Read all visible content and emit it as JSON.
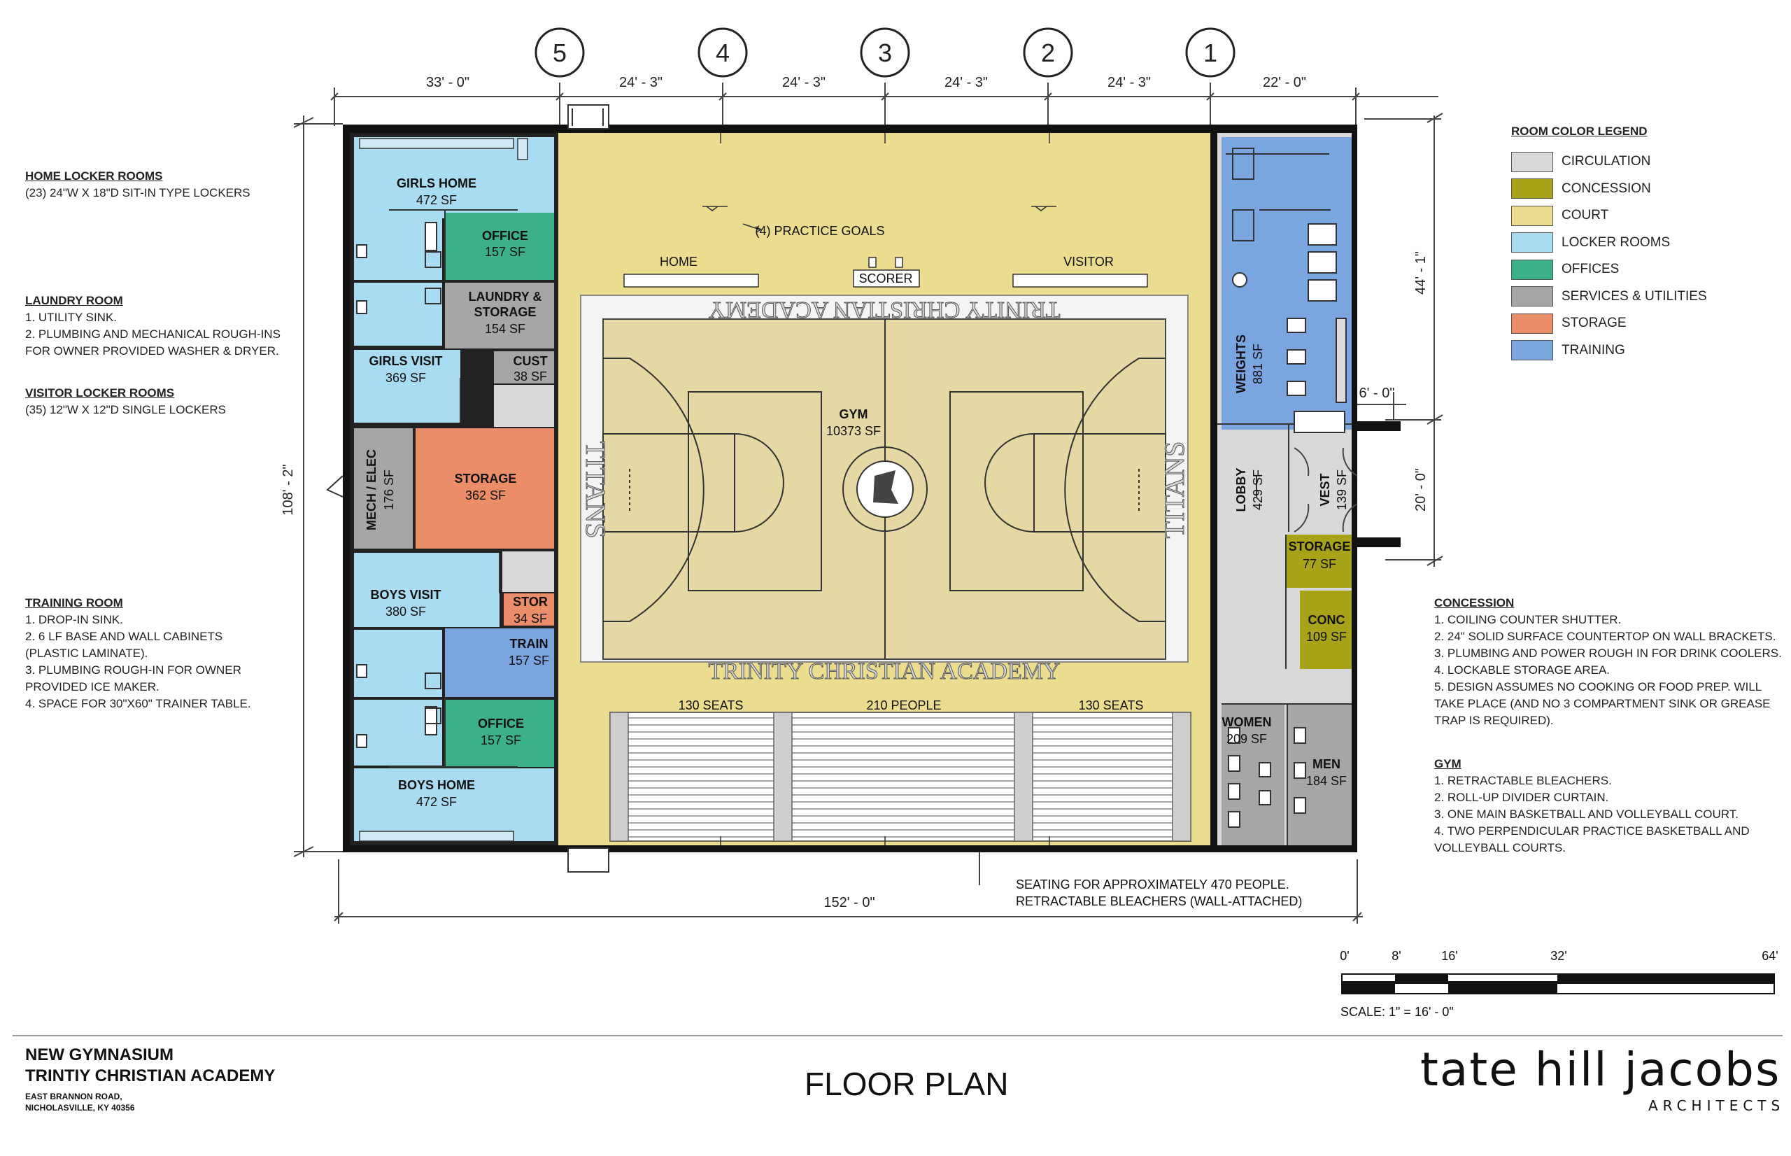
{
  "gridlines": [
    "5",
    "4",
    "3",
    "2",
    "1"
  ],
  "dimensions": {
    "top": [
      "33' - 0\"",
      "24' - 3\"",
      "24' - 3\"",
      "24' - 3\"",
      "24' - 3\"",
      "22' - 0\""
    ],
    "left": "108' - 2\"",
    "right_top": "44' - 1\"",
    "right_small": "6' - 0\"",
    "right_mid": "20' - 0\"",
    "bottom": "152' - 0\""
  },
  "rooms": {
    "girls_home": [
      "GIRLS HOME",
      "472 SF"
    ],
    "office_top": [
      "OFFICE",
      "157 SF"
    ],
    "laundry": [
      "LAUNDRY &",
      "STORAGE",
      "154 SF"
    ],
    "cust": [
      "CUST",
      "38 SF"
    ],
    "girls_visit": [
      "GIRLS VISIT",
      "369 SF"
    ],
    "mech": [
      "MECH / ELEC",
      "176 SF"
    ],
    "storage": [
      "STORAGE",
      "362 SF"
    ],
    "boys_visit": [
      "BOYS VISIT",
      "380 SF"
    ],
    "stor": [
      "STOR",
      "34 SF"
    ],
    "train": [
      "TRAIN",
      "157 SF"
    ],
    "office_bottom": [
      "OFFICE",
      "157 SF"
    ],
    "boys_home": [
      "BOYS HOME",
      "472 SF"
    ],
    "gym": [
      "GYM",
      "10373 SF"
    ],
    "weights": [
      "WEIGHTS",
      "881 SF"
    ],
    "lobby": [
      "LOBBY",
      "429 SF"
    ],
    "vest": [
      "VEST",
      "139 SF"
    ],
    "storage_small": [
      "STORAGE",
      "77 SF"
    ],
    "conc": [
      "CONC",
      "109 SF"
    ],
    "women": [
      "WOMEN",
      "209 SF"
    ],
    "men": [
      "MEN",
      "184 SF"
    ]
  },
  "court": {
    "practice_goals": "(4) PRACTICE GOALS",
    "home": "HOME",
    "visitor": "VISITOR",
    "scorer": "SCORER",
    "academy": "TRINITY CHRISTIAN ACADEMY",
    "titans": "TITANS",
    "seats_left": "130 SEATS",
    "seats_center": "210 PEOPLE",
    "seats_right": "130 SEATS",
    "seating_note": [
      "SEATING FOR APPROXIMATELY 470 PEOPLE.",
      "RETRACTABLE BLEACHERS (WALL-ATTACHED)"
    ]
  },
  "notes": {
    "home_lockers": {
      "title": "HOME LOCKER ROOMS",
      "lines": [
        "(23) 24\"W X 18\"D SIT-IN TYPE LOCKERS"
      ]
    },
    "laundry": {
      "title": "LAUNDRY ROOM",
      "lines": [
        "1. UTILITY SINK.",
        "2. PLUMBING AND MECHANICAL ROUGH-INS",
        "FOR OWNER PROVIDED WASHER & DRYER."
      ]
    },
    "visitor_lockers": {
      "title": "VISITOR LOCKER ROOMS",
      "lines": [
        "(35) 12\"W X 12\"D SINGLE LOCKERS"
      ]
    },
    "training": {
      "title": "TRAINING ROOM",
      "lines": [
        "1. DROP-IN SINK.",
        "2. 6 LF BASE AND WALL CABINETS",
        "(PLASTIC LAMINATE).",
        "3. PLUMBING ROUGH-IN FOR OWNER",
        "PROVIDED ICE MAKER.",
        "4. SPACE FOR 30\"X60\" TRAINER TABLE."
      ]
    },
    "concession": {
      "title": "CONCESSION",
      "lines": [
        "1. COILING COUNTER SHUTTER.",
        "2. 24\" SOLID SURFACE COUNTERTOP ON WALL BRACKETS.",
        "3. PLUMBING AND POWER ROUGH IN FOR DRINK COOLERS.",
        "4. LOCKABLE STORAGE AREA.",
        "5. DESIGN ASSUMES NO COOKING OR FOOD PREP. WILL",
        "TAKE PLACE (AND NO 3 COMPARTMENT SINK OR GREASE",
        "TRAP IS REQUIRED)."
      ]
    },
    "gym": {
      "title": "GYM",
      "lines": [
        "1. RETRACTABLE BLEACHERS.",
        "2. ROLL-UP DIVIDER CURTAIN.",
        "3. ONE MAIN BASKETBALL AND VOLLEYBALL COURT.",
        "4. TWO PERPENDICULAR PRACTICE BASKETBALL AND",
        "VOLLEYBALL COURTS."
      ]
    }
  },
  "legend": {
    "title": "ROOM COLOR LEGEND",
    "items": [
      {
        "label": "CIRCULATION",
        "color": "#d9d9d9"
      },
      {
        "label": "CONCESSION",
        "color": "#a8a319"
      },
      {
        "label": "COURT",
        "color": "#ecdc8f"
      },
      {
        "label": "LOCKER ROOMS",
        "color": "#a9dcf3"
      },
      {
        "label": "OFFICES",
        "color": "#3bb08a"
      },
      {
        "label": "SERVICES & UTILITIES",
        "color": "#a6a6a6"
      },
      {
        "label": "STORAGE",
        "color": "#ea8d68"
      },
      {
        "label": "TRAINING",
        "color": "#7aa5df"
      }
    ]
  },
  "scale": {
    "ticks": [
      "0'",
      "8'",
      "16'",
      "32'",
      "64'"
    ],
    "label": "SCALE: 1\" = 16' - 0\""
  },
  "title_block": {
    "project": "NEW GYMNASIUM",
    "client": "TRINTIY CHRISTIAN ACADEMY",
    "address1": "EAST BRANNON ROAD,",
    "address2": "NICHOLASVILLE, KY  40356",
    "sheet": "FLOOR PLAN",
    "firm": "tate hill jacobs",
    "firm_sub": "ARCHITECTS"
  }
}
